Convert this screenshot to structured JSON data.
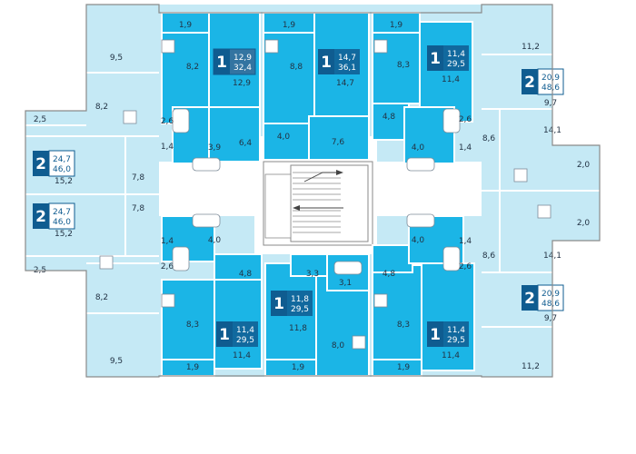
{
  "colors": {
    "two_room": "#c5e9f5",
    "one_room": "#1bb5e6",
    "badge": "#0f5c90",
    "core": "#ffffff",
    "outline": "#8a8a8a"
  },
  "areas": {
    "r1": "1,9",
    "r2": "8,2",
    "r3": "12,9",
    "r4": "1,9",
    "r5": "8,8",
    "r6": "14,7",
    "r7": "1,9",
    "r8": "8,3",
    "r9": "11,4",
    "r10": "11,2",
    "r11": "9,7",
    "r12": "9,5",
    "r13": "8,2",
    "r14": "2,5",
    "r15": "15,2",
    "r16": "7,8",
    "r17": "2,6",
    "r18": "1,4",
    "r19": "3,9",
    "r20": "6,4",
    "r21": "4,0",
    "r22": "7,6",
    "r23": "4,8",
    "r24": "2,6",
    "r25": "4,0",
    "r26": "1,4",
    "r27": "8,6",
    "r28": "14,1",
    "r29": "2,0",
    "r30": "7,8",
    "r31": "15,2",
    "r32": "1,4",
    "r33": "4,0",
    "r34": "2,6",
    "r35": "2,5",
    "r36": "8,2",
    "r37": "9,5",
    "r38": "4,8",
    "r39": "8,3",
    "r40": "11,4",
    "r41": "1,9",
    "r42": "3,3",
    "r43": "3,1",
    "r44": "11,8",
    "r45": "8,0",
    "r46": "1,9",
    "r47": "4,8",
    "r48": "8,3",
    "r49": "11,4",
    "r50": "1,9",
    "r51": "4,0",
    "r52": "1,4",
    "r53": "2,6",
    "r54": "8,6",
    "r55": "14,1",
    "r56": "2,0",
    "r57": "9,7",
    "r58": "11,2"
  },
  "badges": [
    {
      "rooms": "1",
      "living": "12,9",
      "total": "32,4"
    },
    {
      "rooms": "1",
      "living": "14,7",
      "total": "36,1"
    },
    {
      "rooms": "1",
      "living": "11,4",
      "total": "29,5"
    },
    {
      "rooms": "2",
      "living": "20,9",
      "total": "48,6"
    },
    {
      "rooms": "2",
      "living": "24,7",
      "total": "46,0"
    },
    {
      "rooms": "2",
      "living": "24,7",
      "total": "46,0"
    },
    {
      "rooms": "2",
      "living": "20,9",
      "total": "48,6"
    },
    {
      "rooms": "1",
      "living": "11,4",
      "total": "29,5"
    },
    {
      "rooms": "1",
      "living": "11,8",
      "total": "29,5"
    },
    {
      "rooms": "1",
      "living": "11,4",
      "total": "29,5"
    }
  ]
}
